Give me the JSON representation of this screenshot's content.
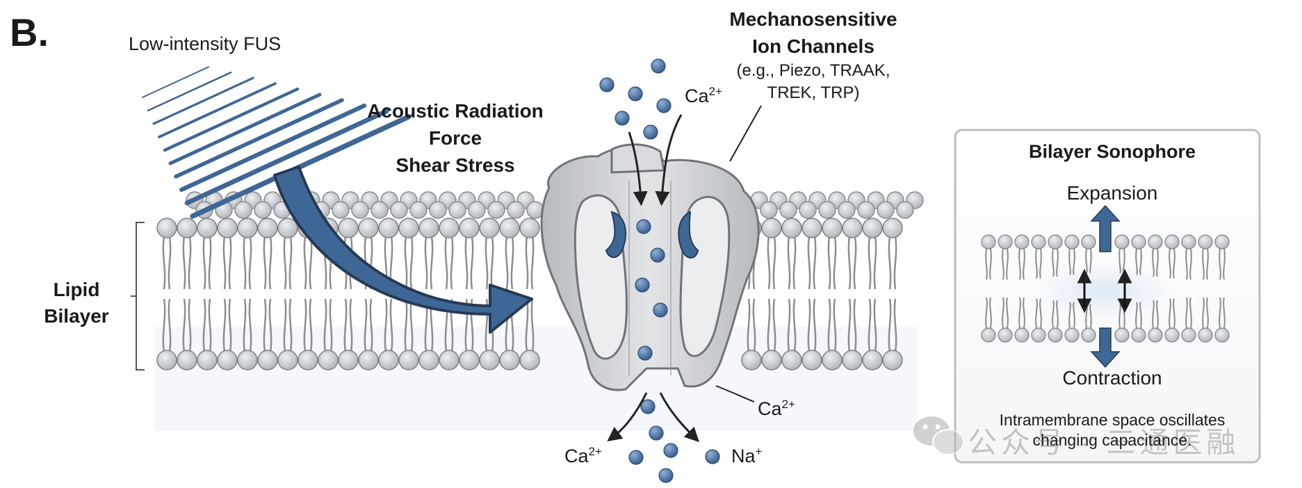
{
  "figure": {
    "panel_letter": "B.",
    "fus_label": "Low-intensity FUS",
    "force_label": {
      "line1": "Acoustic Radiation",
      "line2": "Force",
      "line3": "Shear Stress"
    },
    "channel_label": {
      "line1": "Mechanosensitive",
      "line2": "Ion Channels",
      "line3": "(e.g., Piezo, TRAAK,",
      "line4": "TREK, TRP)"
    },
    "bilayer_label": {
      "line1": "Lipid",
      "line2": "Bilayer"
    },
    "ions": {
      "ca_top": {
        "symbol": "Ca",
        "charge": "2+"
      },
      "ca_right": {
        "symbol": "Ca",
        "charge": "2+"
      },
      "ca_bottom": {
        "symbol": "Ca",
        "charge": "2+"
      },
      "na_bottom": {
        "symbol": "Na",
        "charge": "+"
      }
    }
  },
  "sonophore_box": {
    "title": "Bilayer Sonophore",
    "expansion_label": "Expansion",
    "contraction_label": "Contraction",
    "note": "Intramembrane space oscillates changing capacitance."
  },
  "watermark": {
    "text": "公众号 · 三通医融",
    "icon": "wechat-icon"
  },
  "colors": {
    "accent_blue": "#3f6795",
    "ion_blue": "#4a74a8",
    "head_gray": "#c9ccd0",
    "tail_gray": "#8a8d91",
    "channel_gray": "#c4c6c9",
    "box_border": "#bdbdbd"
  }
}
